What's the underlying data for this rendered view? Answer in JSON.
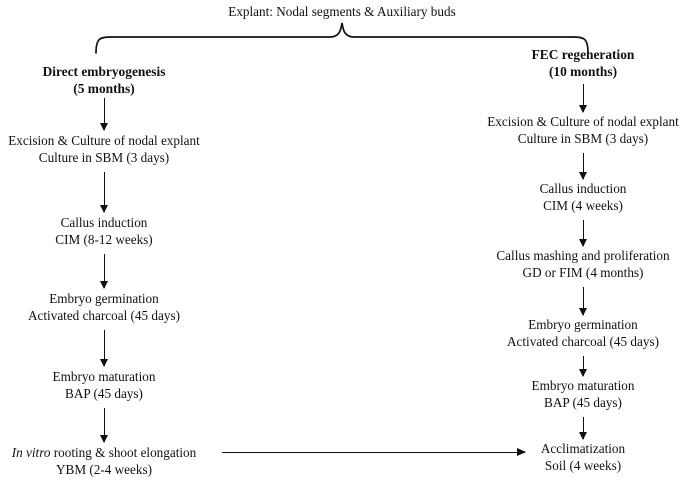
{
  "diagram": {
    "title": "Explant: Nodal segments & Auxiliary buds",
    "branches": [
      {
        "id": "direct-embryogenesis",
        "heading_line1": "Direct embryogenesis",
        "heading_line2": "(5 months)",
        "steps": [
          {
            "id": "excision-culture",
            "line1": "Excision & Culture of nodal explant",
            "line2": "Culture in SBM (3 days)"
          },
          {
            "id": "callus-induction",
            "line1": "Callus induction",
            "line2": "CIM (8-12 weeks)"
          },
          {
            "id": "embryo-germination",
            "line1": "Embryo germination",
            "line2": "Activated charcoal (45 days)"
          },
          {
            "id": "embryo-maturation",
            "line1": "Embryo maturation",
            "line2": "BAP (45 days)"
          },
          {
            "id": "in-vitro-rooting",
            "line1_italic": "In vitro",
            "line1_rest": " rooting & shoot elongation",
            "line2": "YBM (2-4 weeks)"
          }
        ]
      },
      {
        "id": "fec-regeneration",
        "heading_line1": "FEC regeneration",
        "heading_line2": "(10 months)",
        "steps": [
          {
            "id": "excision-culture",
            "line1": "Excision & Culture of nodal explant",
            "line2": "Culture in SBM (3 days)"
          },
          {
            "id": "callus-induction",
            "line1": "Callus induction",
            "line2": "CIM (4 weeks)"
          },
          {
            "id": "callus-mashing",
            "line1": "Callus mashing and proliferation",
            "line2": "GD or FIM (4 months)"
          },
          {
            "id": "embryo-germination",
            "line1": "Embryo germination",
            "line2": "Activated charcoal (45 days)"
          },
          {
            "id": "embryo-maturation",
            "line1": "Embryo maturation",
            "line2": "BAP (45 days)"
          },
          {
            "id": "acclimatization",
            "line1": "Acclimatization",
            "line2": "Soil (4 weeks)"
          }
        ]
      }
    ],
    "colors": {
      "stroke": "#111111",
      "background": "#ffffff"
    }
  }
}
